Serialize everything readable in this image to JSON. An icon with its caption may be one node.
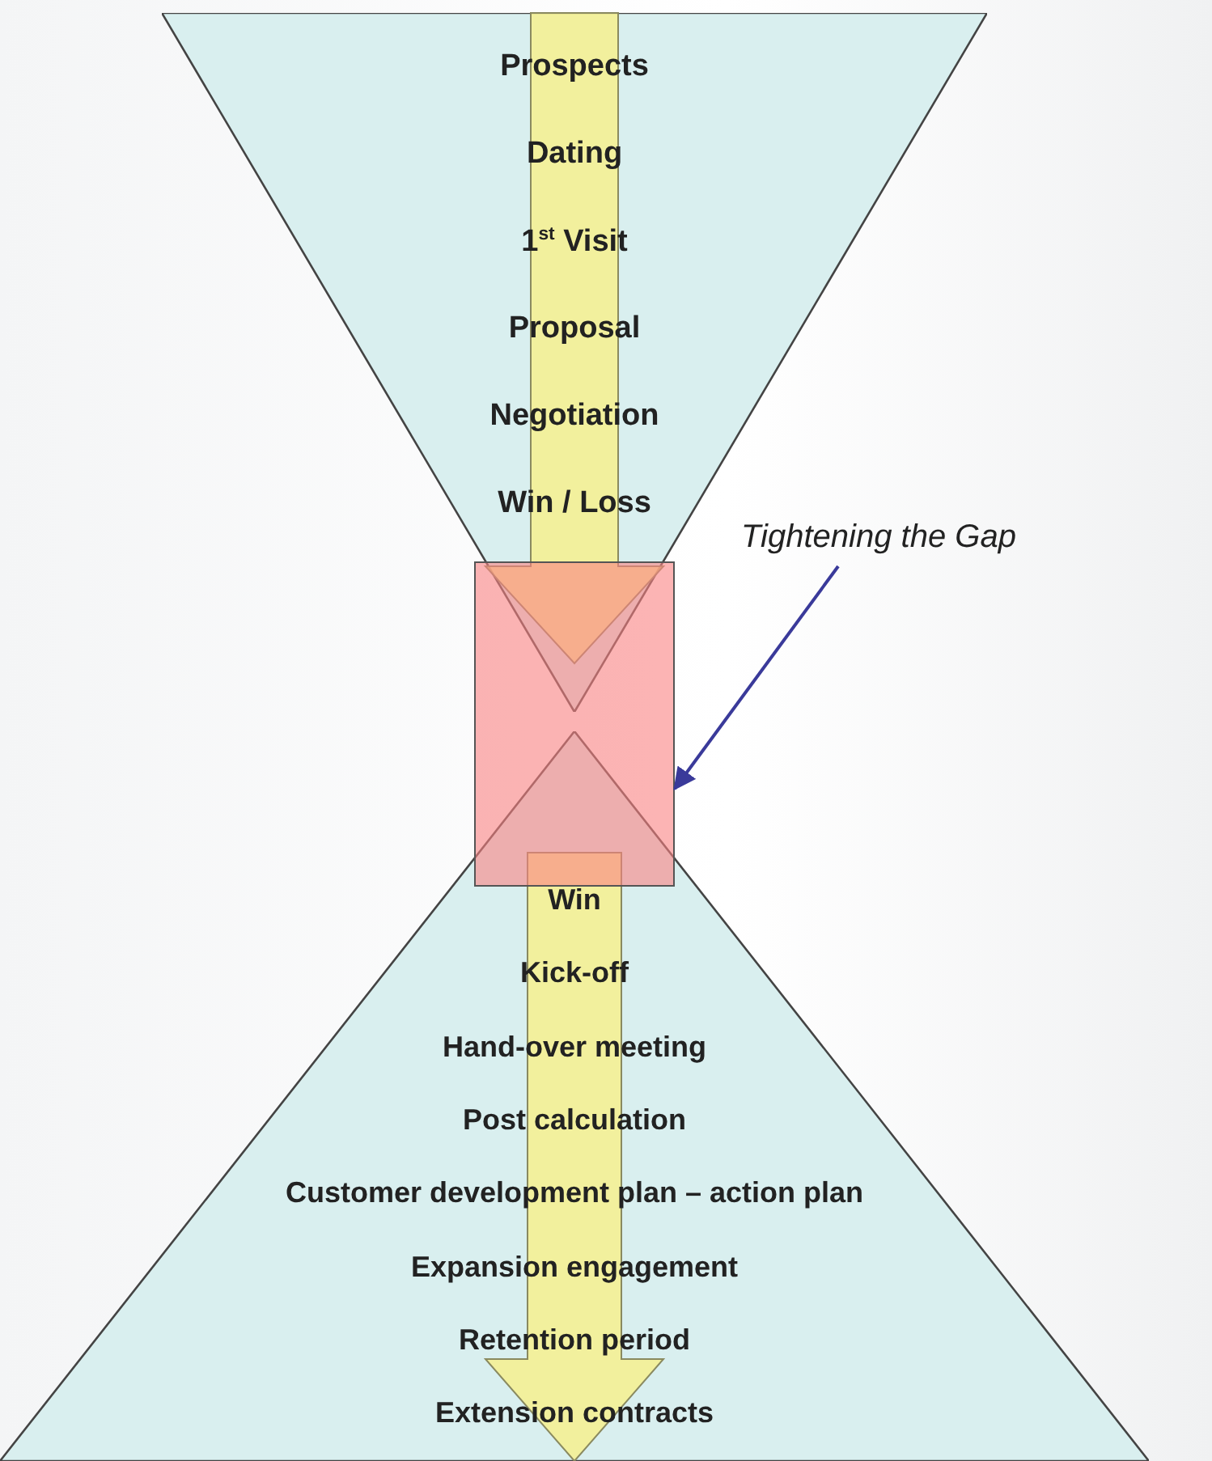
{
  "diagram": {
    "nodes": [
      {
        "text": [
          "Prospects",
          "Dating",
          "1$^{st}$ Visit",
          "Proposal",
          "Negotiation",
          "Win / Loss"
        ]
      },
      {
        "text": [],
        "shape": "box"
      },
      {
        "text": [
          "Win",
          "Kick-off",
          "Hand-over meeting",
          "Post calculation",
          "Customer development plan – action plan",
          "Expansion engagement",
          "Retention period",
          "Extension contracts"
        ]
      },
      {
        "text": [
          "Tightening the Gap"
        ]
      }
    ],
    "edges": [
      {
        "from": 3,
        "to": 1,
        "arrow": "to"
      }
    ]
  }
}
